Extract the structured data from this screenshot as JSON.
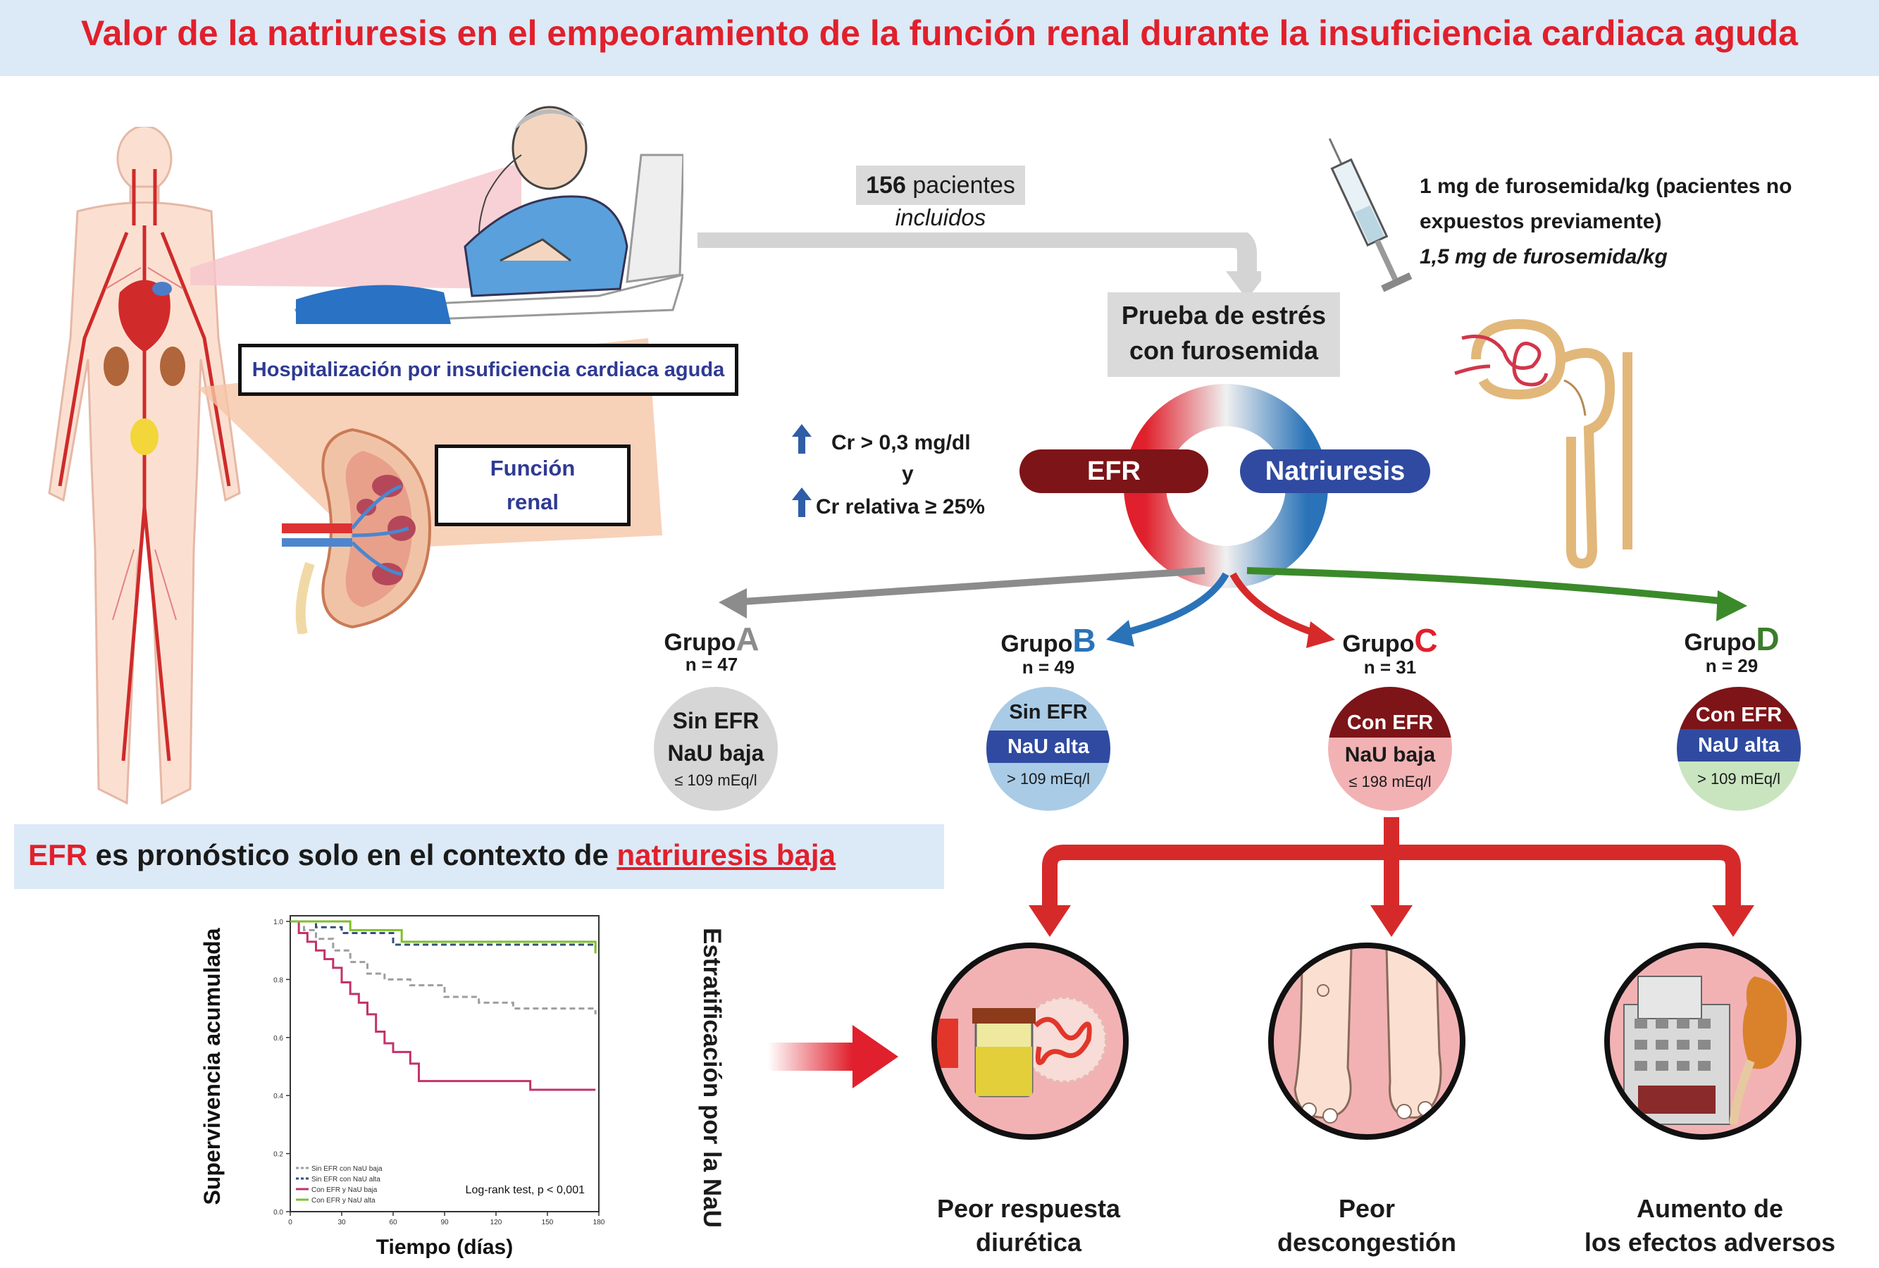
{
  "title": "Valor de la natriuresis en el empeoramiento de la función renal durante la insuficiencia cardiaca aguda",
  "hospital_label": "Hospitalización por insuficiencia cardiaca aguda",
  "renal_label": {
    "line1": "Función",
    "line2": "renal"
  },
  "patients": {
    "count": "156",
    "word": "pacientes",
    "included": "incluidos"
  },
  "furosemide": {
    "line1": "1 mg de furosemida/kg (pacientes no",
    "line2": "expuestos previamente)",
    "line3": "1,5 mg de furosemida/kg"
  },
  "stress_test": {
    "line1": "Prueba de estrés",
    "line2": "con furosemida"
  },
  "criteria": {
    "line1": "Cr > 0,3 mg/dl",
    "line2": "y",
    "line3": "Cr relativa ≥ 25%"
  },
  "pills": {
    "left": "EFR",
    "right": "Natriuresis"
  },
  "groups": [
    {
      "word": "Grupo",
      "letter": "A",
      "n": "n = 47",
      "top": "Sin EFR",
      "mid": "NaU baja",
      "bottom": "≤ 109 mEq/l",
      "letter_color": "#8c8c8c"
    },
    {
      "word": "Grupo",
      "letter": "B",
      "n": "n = 49",
      "top": "Sin EFR",
      "mid": "NaU alta",
      "bottom": "> 109 mEq/l",
      "letter_color": "#2a73b8"
    },
    {
      "word": "Grupo",
      "letter": "C",
      "n": "n = 31",
      "top": "Con EFR",
      "mid": "NaU baja",
      "bottom": "≤ 198 mEq/l",
      "letter_color": "#e0202c"
    },
    {
      "word": "Grupo",
      "letter": "D",
      "n": "n = 29",
      "top": "Con EFR",
      "mid": "NaU alta",
      "bottom": "> 109 mEq/l",
      "letter_color": "#3b7d2a"
    }
  ],
  "prognosis": {
    "efr": "EFR",
    "middle": " es pronóstico solo en el contexto de ",
    "natriuresis": "natriuresis baja"
  },
  "stratification": "Estratificación por la NaU",
  "chart_data": {
    "type": "line",
    "xlabel": "Tiempo (días)",
    "ylabel": "Supervivencia acumulada",
    "x_ticks": [
      "0",
      "30",
      "60",
      "90",
      "120",
      "150",
      "180"
    ],
    "y_ticks": [
      "0.0",
      "0.2",
      "0.4",
      "0.6",
      "0.8",
      "1.0"
    ],
    "xlim": [
      0,
      180
    ],
    "ylim": [
      0,
      1
    ],
    "annotation": "Log-rank test, p < 0,001",
    "series": [
      {
        "name": "Sin EFR con NaU baja",
        "color": "#9e9e9e",
        "dash": true,
        "x": [
          0,
          8,
          15,
          25,
          35,
          45,
          55,
          70,
          90,
          110,
          130,
          178
        ],
        "y": [
          1.0,
          0.97,
          0.94,
          0.9,
          0.86,
          0.82,
          0.8,
          0.78,
          0.74,
          0.72,
          0.7,
          0.68
        ]
      },
      {
        "name": "Sin EFR con NaU alta",
        "color": "#34507a",
        "dash": true,
        "x": [
          0,
          15,
          30,
          55,
          60,
          178
        ],
        "y": [
          1.0,
          0.98,
          0.96,
          0.96,
          0.92,
          0.91
        ]
      },
      {
        "name": "Con EFR y NaU baja",
        "color": "#c2336b",
        "dash": false,
        "x": [
          0,
          5,
          10,
          15,
          20,
          25,
          30,
          35,
          40,
          45,
          50,
          55,
          60,
          65,
          70,
          75,
          80,
          130,
          140,
          178
        ],
        "y": [
          1.0,
          0.96,
          0.93,
          0.9,
          0.87,
          0.84,
          0.79,
          0.75,
          0.72,
          0.68,
          0.62,
          0.58,
          0.55,
          0.55,
          0.51,
          0.45,
          0.45,
          0.45,
          0.42,
          0.42
        ]
      },
      {
        "name": "Con EFR y NaU alta",
        "color": "#7fbf2c",
        "dash": false,
        "x": [
          0,
          10,
          30,
          35,
          60,
          65,
          178
        ],
        "y": [
          1.0,
          1.0,
          1.0,
          0.97,
          0.97,
          0.93,
          0.89
        ]
      }
    ]
  },
  "outcomes": [
    {
      "line1": "Peor respuesta",
      "line2": "diurética"
    },
    {
      "line1": "Peor",
      "line2": "descongestión"
    },
    {
      "line1": "Aumento de",
      "line2": "los efectos adversos"
    }
  ],
  "colors": {
    "red": "#e0202c",
    "dark_red": "#7d1418",
    "blue": "#2f3a93",
    "grey_arrow": "#8c8c8c",
    "blue_arrow": "#2a73b8",
    "green_arrow": "#3b8a2a"
  }
}
